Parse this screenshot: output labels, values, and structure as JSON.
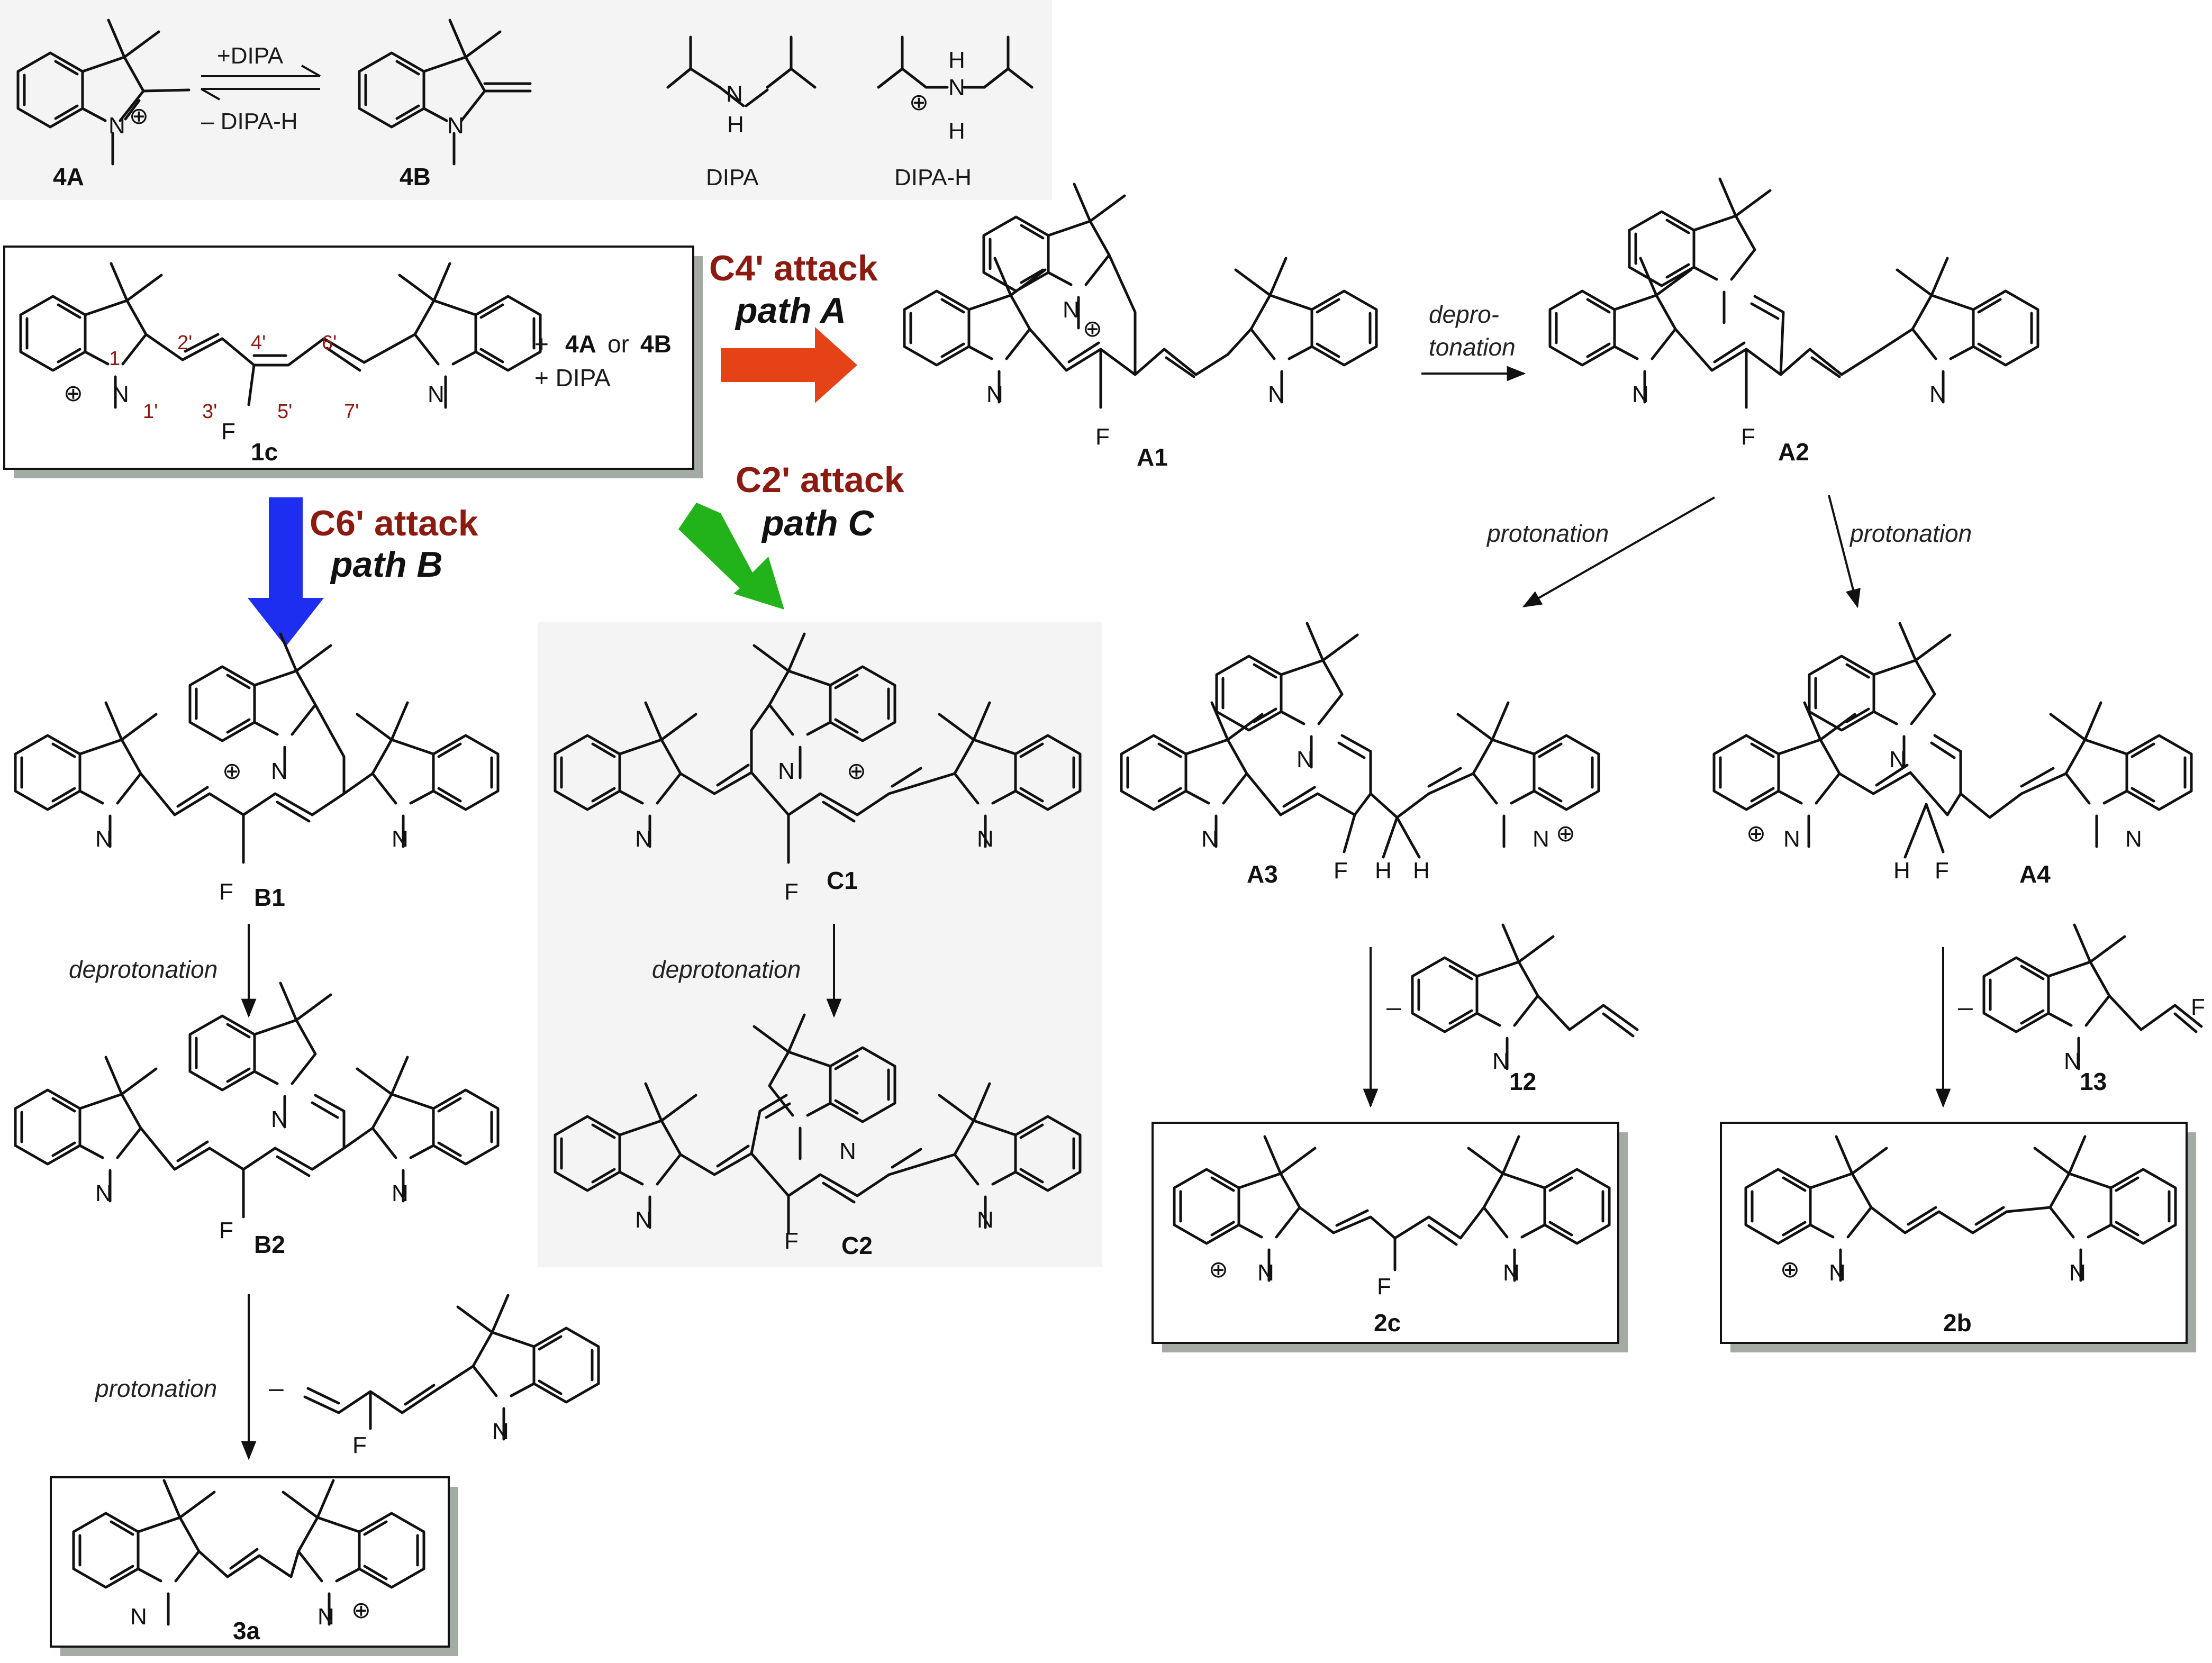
{
  "equilibrium": {
    "forward_label": "+DIPA",
    "reverse_label": "– DIPA-H",
    "compound_4A": "4A",
    "compound_4B": "4B",
    "dipa_label": "DIPA",
    "dipah_label": "DIPA-H"
  },
  "start": {
    "compound": "1c",
    "reagents_line1_prefix": "+",
    "reagents_4A": "4A",
    "reagents_or": "or",
    "reagents_4B": "4B",
    "reagents_line2": "+ DIPA",
    "numbering": [
      "1",
      "2'",
      "4'",
      "6'",
      "1'",
      "3'",
      "5'",
      "7'"
    ]
  },
  "paths": {
    "A": {
      "attack": "C4' attack",
      "path": "path A",
      "color": "#e64217"
    },
    "B": {
      "attack": "C6' attack",
      "path": "path B",
      "color": "#1e2ef0"
    },
    "C": {
      "attack": "C2' attack",
      "path": "path C",
      "color": "#22b21a"
    }
  },
  "steps": {
    "deprotonation_split_1": "depro-",
    "deprotonation_split_2": "tonation",
    "deprotonation": "deprotonation",
    "protonation": "protonation",
    "minus": "–"
  },
  "compounds": {
    "A1": "A1",
    "A2": "A2",
    "A3": "A3",
    "A4": "A4",
    "B1": "B1",
    "B2": "B2",
    "C1": "C1",
    "C2": "C2",
    "P12": "12",
    "P13": "13",
    "P2c": "2c",
    "P2b": "2b",
    "P3a": "3a"
  },
  "atoms": {
    "N": "N",
    "H": "H",
    "F": "F",
    "plus": "⊕"
  }
}
